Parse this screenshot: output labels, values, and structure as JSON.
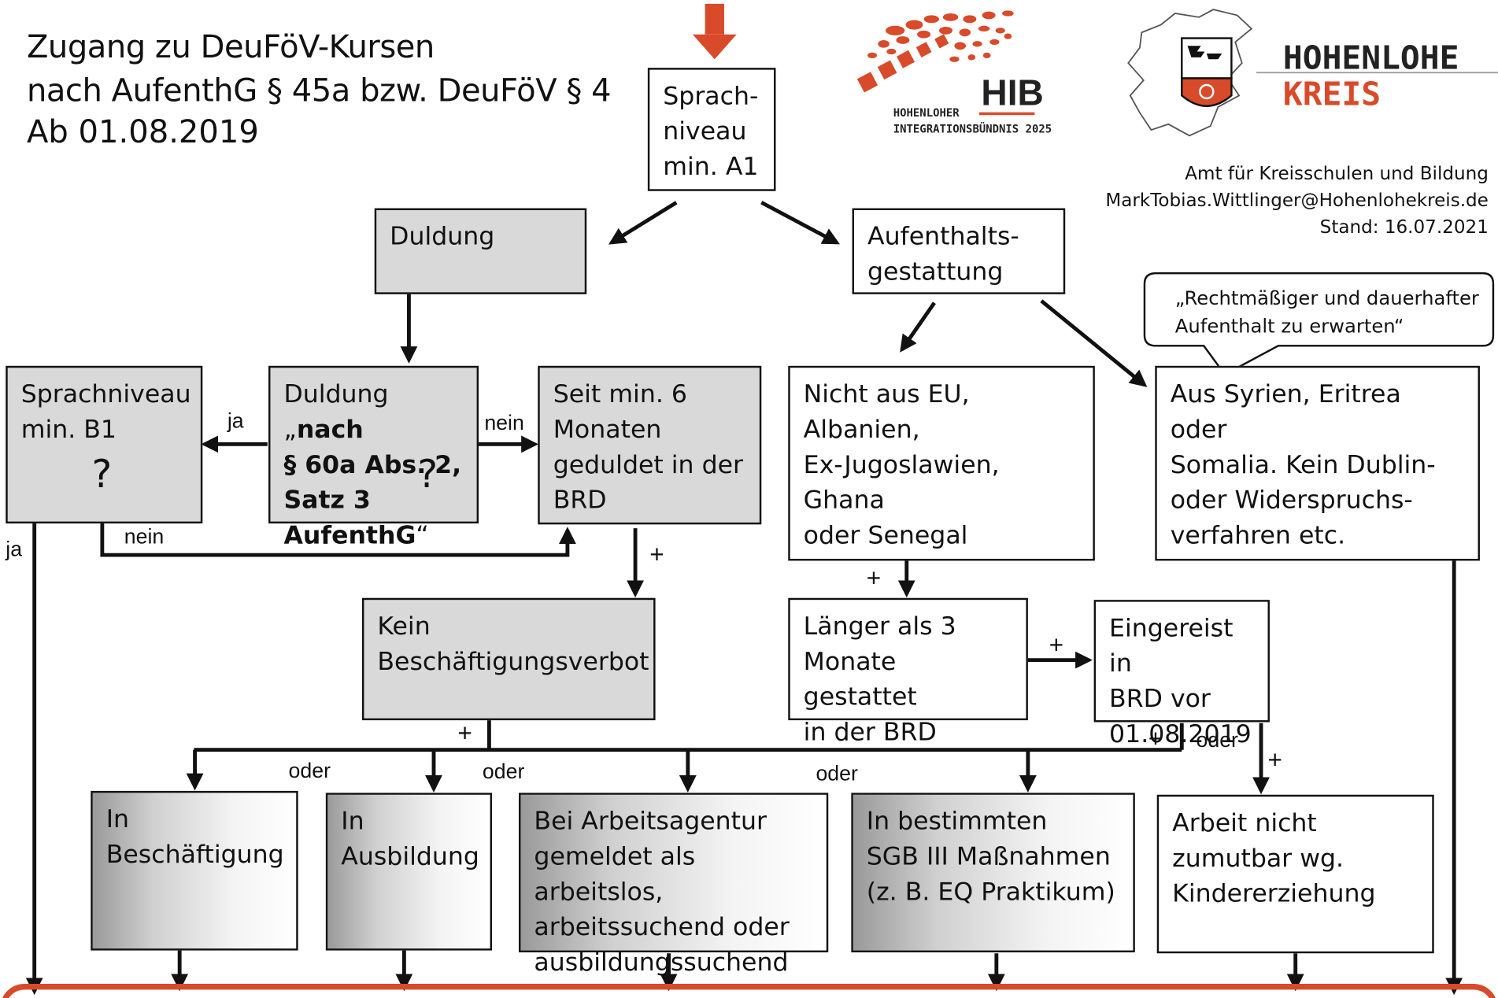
{
  "title": {
    "line1": "Zugang zu DeuFöV-Kursen",
    "line2": "nach AufenthG § 45a bzw. DeuFöV § 4",
    "subtitle": "Ab 01.08.2019"
  },
  "logos": {
    "hib": {
      "big": "HIB",
      "line1": "HOHENLOHER",
      "line2": "INTEGRATIONSBÜNDNIS 2025"
    },
    "kreis": {
      "line1": "HOHENLOHE",
      "line2": "KREIS"
    }
  },
  "contact": {
    "office": "Amt für Kreisschulen und Bildung",
    "email": "MarkTobias.Wittlinger@Hohenlohekreis.de",
    "stand": "Stand: 16.07.2021"
  },
  "colors": {
    "accent_red": "#d94a2a",
    "box_gray": "#d9d9d9",
    "kreis_red": "#d94a2a"
  },
  "boxes": {
    "start": "Sprach-\nniveau\nmin. A1",
    "duldung": "Duldung",
    "gestattung": "Aufenthalts-\ngestattung",
    "b1": "Sprachniveau\nmin. B1",
    "duldung60a_pre": "Duldung „",
    "duldung60a_bold1": "nach",
    "duldung60a_bold2": "§ 60a Abs. 2,\nSatz 3\nAufenthG",
    "duldung60a_post": "“",
    "geduldet": "Seit min. 6\nMonaten\ngeduldet in der\nBRD",
    "nichtEU": "Nicht aus EU, Albanien,\nEx-Jugoslawien, Ghana\noder Senegal",
    "syrien": "Aus Syrien, Eritrea oder\nSomalia. Kein Dublin-\noder Widerspruchs-\nverfahren etc.",
    "verbot": "Kein\nBeschäftigungsverbot",
    "laenger": "Länger als 3\nMonate gestattet\nin der BRD",
    "eingereist": "Eingereist in\nBRD vor\n01.08.2019",
    "beschaeftigung": "In\nBeschäftigung",
    "ausbildung": "In\nAusbildung",
    "arbeitsagentur": "Bei Arbeitsagentur\ngemeldet als arbeitslos,\narbeitssuchend oder\nausbildungssuchend",
    "sgb": "In bestimmten\nSGB III Maßnahmen\n(z. B. EQ Praktikum)",
    "kinder": "Arbeit nicht\nzumutbar wg.\nKindererziehung"
  },
  "bubble": "„Rechtmäßiger und dauerhafter\nAufenthalt zu erwarten“",
  "symbols": {
    "question": "?"
  },
  "labels": {
    "ja": "ja",
    "nein": "nein",
    "oder": "oder",
    "plus": "+"
  }
}
